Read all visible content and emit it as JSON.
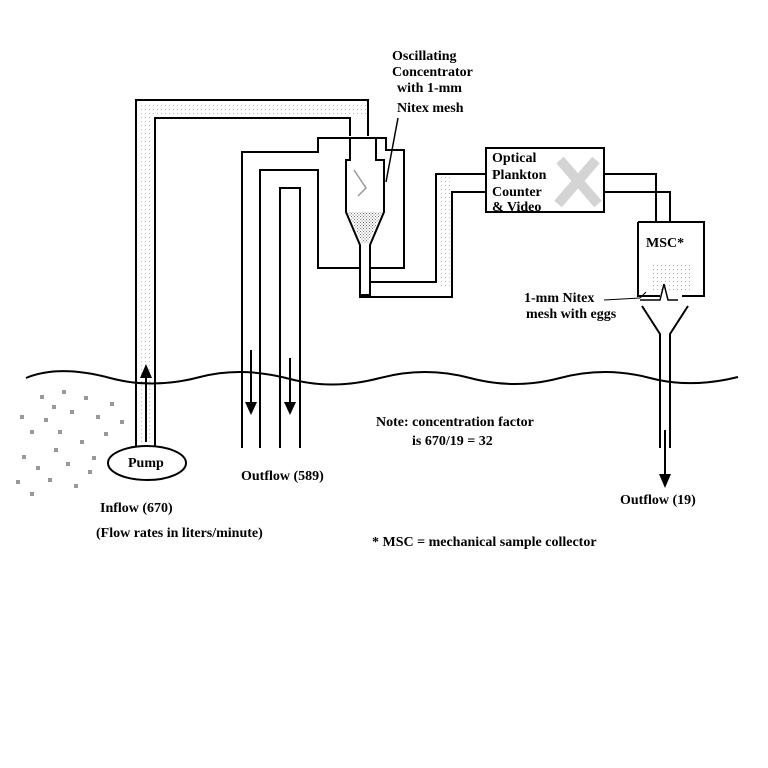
{
  "labels": {
    "concentrator": [
      "Oscillating",
      "Concentrator",
      "with 1-mm",
      "Nitex mesh"
    ],
    "counter": [
      "Optical",
      "Plankton",
      "Counter",
      "& Video"
    ],
    "msc": "MSC*",
    "nitex_eggs": [
      "1-mm Nitex",
      "mesh with eggs"
    ],
    "pump": "Pump",
    "inflow": "Inflow (670)",
    "flow_units": "(Flow rates in liters/minute)",
    "outflow_main": "Outflow (589)",
    "outflow_small": "Outflow (19)",
    "note": [
      "Note: concentration factor",
      "is 670/19 = 32"
    ],
    "footnote": "* MSC = mechanical sample collector"
  },
  "colors": {
    "stroke": "#000000",
    "speckle": "#9a9a9a",
    "background": "#ffffff"
  }
}
